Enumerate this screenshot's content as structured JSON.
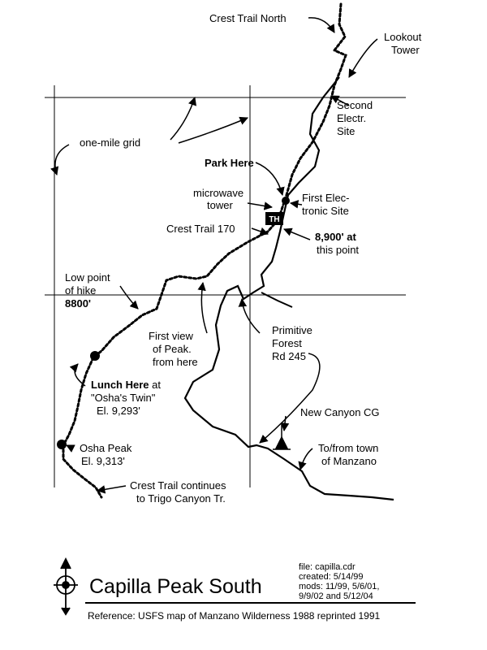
{
  "map": {
    "title": "Capilla Peak South",
    "reference": "Reference: USFS map of Manzano Wilderness 1988 reprinted 1991",
    "file_info": {
      "file": "file: capilla.cdr",
      "created": "created: 5/14/99",
      "mods1": "mods: 11/99, 5/6/01,",
      "mods2": "9/9/02 and 5/12/04"
    },
    "labels": {
      "crest_trail_north": "Crest Trail North",
      "lookout_tower_1": "Lookout",
      "lookout_tower_2": "Tower",
      "second_electr_1": "Second",
      "second_electr_2": "Electr.",
      "second_electr_3": "Site",
      "one_mile_grid": "one-mile grid",
      "park_here": "Park Here",
      "microwave_1": "microwave",
      "microwave_2": "tower",
      "first_elec_1": "First Elec-",
      "first_elec_2": "tronic Site",
      "th_badge": "TH",
      "crest_trail_170": "Crest Trail 170",
      "elev_8900_1": "8,900' at",
      "elev_8900_2": "this point",
      "low_point_1": "Low point",
      "low_point_2": "of hike",
      "low_point_3": "8800'",
      "first_view_1": "First view",
      "first_view_2": "of Peak.",
      "first_view_3": "from here",
      "primitive_1": "Primitive",
      "primitive_2": "Forest",
      "primitive_3": "Rd 245",
      "lunch_1": "Lunch Here",
      "lunch_1b": " at",
      "lunch_2": "\"Osha's Twin\"",
      "lunch_3": "El. 9,293'",
      "new_canyon": "New Canyon CG",
      "osha_1": "Osha Peak",
      "osha_2": "El. 9,313'",
      "to_from_1": "To/from town",
      "to_from_2": "of Manzano",
      "crest_cont_1": "Crest Trail continues",
      "crest_cont_2": "to Trigo Canyon Tr."
    }
  },
  "colors": {
    "ink": "#000000",
    "paper": "#ffffff"
  },
  "icons": [
    "north-arrow-icon",
    "campground-tent-icon",
    "trailhead-sign-icon",
    "peak-marker-icon"
  ]
}
